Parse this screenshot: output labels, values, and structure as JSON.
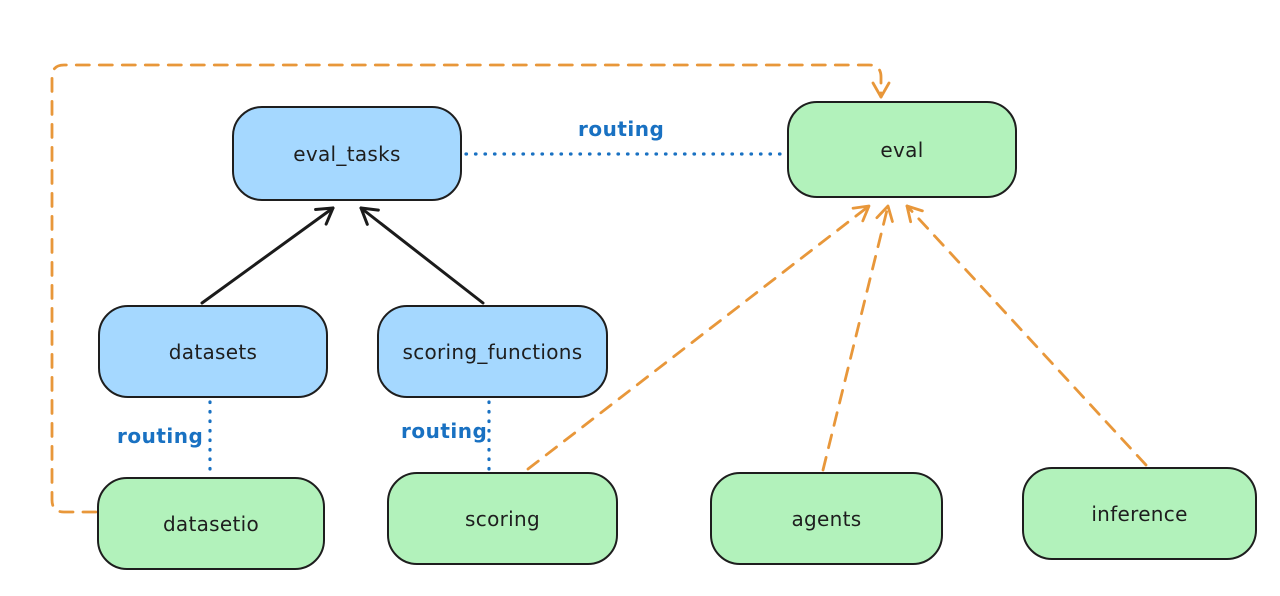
{
  "nodes": {
    "eval_tasks": {
      "label": "eval_tasks",
      "fill": "#a5d8ff"
    },
    "eval": {
      "label": "eval",
      "fill": "#b2f2bb"
    },
    "datasets": {
      "label": "datasets",
      "fill": "#a5d8ff"
    },
    "scoring_functions": {
      "label": "scoring_functions",
      "fill": "#a5d8ff"
    },
    "datasetio": {
      "label": "datasetio",
      "fill": "#b2f2bb"
    },
    "scoring": {
      "label": "scoring",
      "fill": "#b2f2bb"
    },
    "agents": {
      "label": "agents",
      "fill": "#b2f2bb"
    },
    "inference": {
      "label": "inference",
      "fill": "#b2f2bb"
    }
  },
  "edge_labels": {
    "routing_eval_tasks_eval": "routing",
    "routing_datasets_datasetio": "routing",
    "routing_scoring_fns_scoring": "routing"
  },
  "edges": [
    {
      "from": "datasets",
      "to": "eval_tasks",
      "style": "solid-black-arrow"
    },
    {
      "from": "scoring_functions",
      "to": "eval_tasks",
      "style": "solid-black-arrow"
    },
    {
      "from": "eval_tasks",
      "to": "eval",
      "style": "dotted-blue",
      "label": "routing"
    },
    {
      "from": "datasets",
      "to": "datasetio",
      "style": "dotted-blue",
      "label": "routing"
    },
    {
      "from": "scoring_functions",
      "to": "scoring",
      "style": "dotted-blue",
      "label": "routing"
    },
    {
      "from": "datasetio",
      "to": "eval",
      "style": "dashed-orange-arrow"
    },
    {
      "from": "scoring",
      "to": "eval",
      "style": "dashed-orange-arrow"
    },
    {
      "from": "agents",
      "to": "eval",
      "style": "dashed-orange-arrow"
    },
    {
      "from": "inference",
      "to": "eval",
      "style": "dashed-orange-arrow"
    }
  ],
  "theme": {
    "background": "#ffffff",
    "node-stroke": "#1e1e1e",
    "blue-fill": "#a5d8ff",
    "green-fill": "#b2f2bb",
    "routing-blue": "#1971c2",
    "arrow-orange": "#e8973a",
    "arrow-black": "#1b1b1b",
    "text-color": "#1e1e1e"
  }
}
